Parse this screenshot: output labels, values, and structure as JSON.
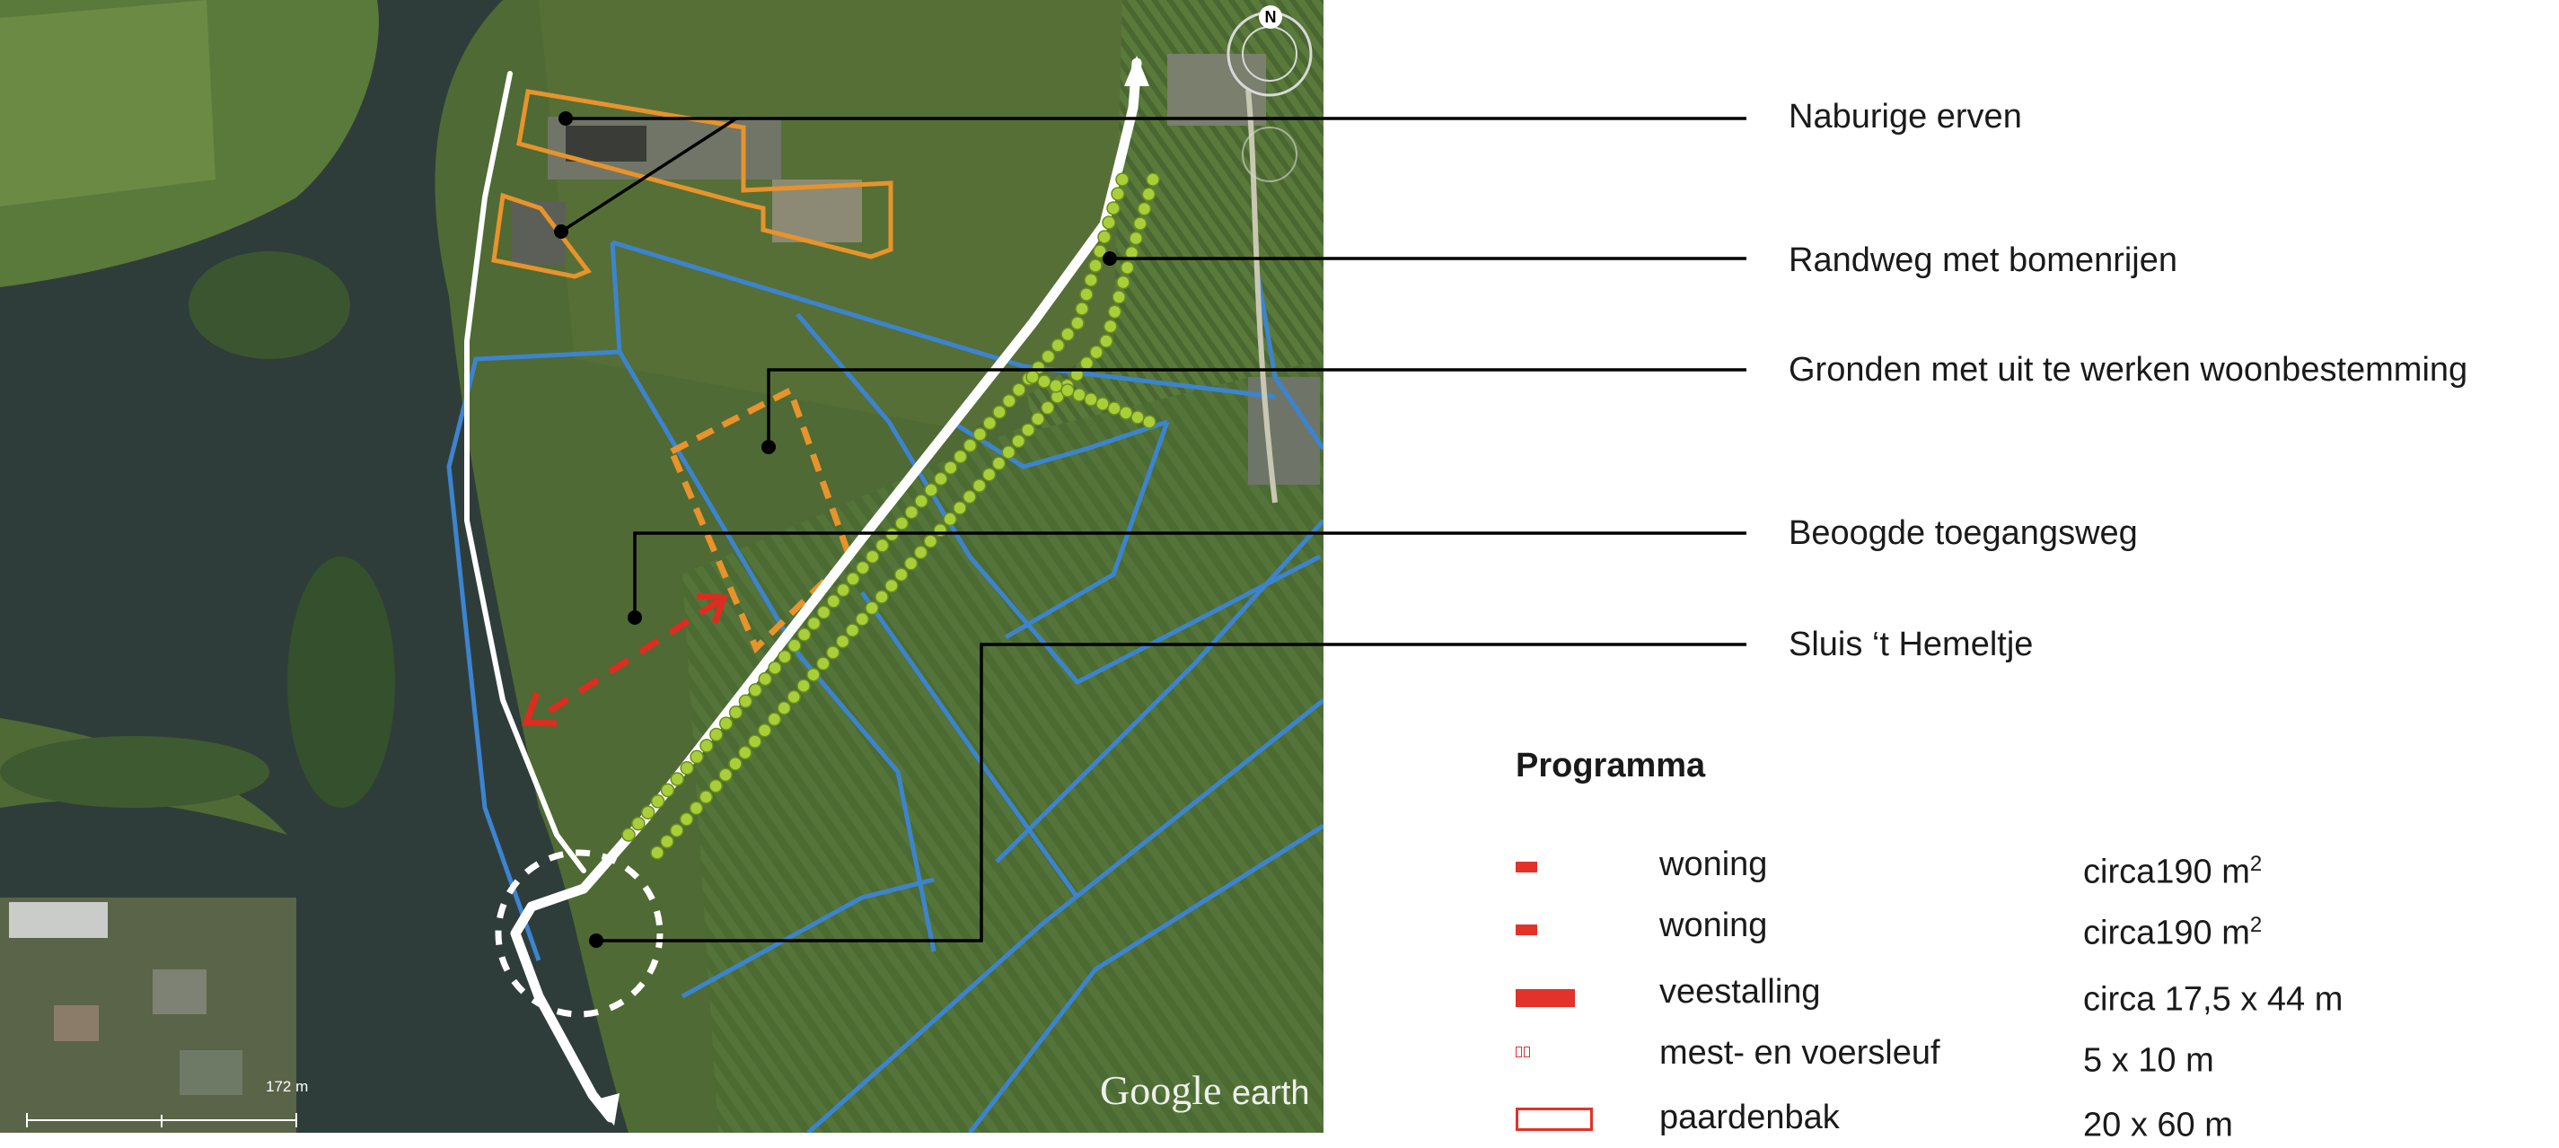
{
  "map": {
    "callouts": [
      {
        "label": "Naburige erven"
      },
      {
        "label": "Randweg met bomenrijen"
      },
      {
        "label": "Gronden met uit te werken woonbestemming"
      },
      {
        "label": "Beoogde toegangsweg"
      },
      {
        "label": "Sluis ‘t Hemeltje"
      }
    ],
    "scale_label": "172 m",
    "compass_label": "N",
    "attribution": {
      "word1": "Google",
      "word2": "earth"
    },
    "colors": {
      "existing_yard_outline": "#e8932b",
      "parcel_lines": "#3c84d0",
      "residential_area_dashed": "#e8932b",
      "access_road_arrow": "#e02b20",
      "tree_rows": "#a8cf3a",
      "road": "#ffffff",
      "river": "#2f3d3a",
      "meadow": "#4f6a34"
    }
  },
  "programme": {
    "title": "Programma",
    "rows": [
      {
        "name": "woning",
        "size": "circa190 m",
        "sup": "2"
      },
      {
        "name": "woning",
        "size": "circa190 m",
        "sup": "2"
      },
      {
        "name": "veestalling",
        "size": "circa 17,5 x 44 m",
        "sup": ""
      },
      {
        "name": "mest- en voersleuf",
        "size": "5 x 10 m",
        "sup": ""
      },
      {
        "name": "paardenbak",
        "size": "20 x 60 m",
        "sup": ""
      }
    ],
    "swatch_color": "#e2322a"
  }
}
